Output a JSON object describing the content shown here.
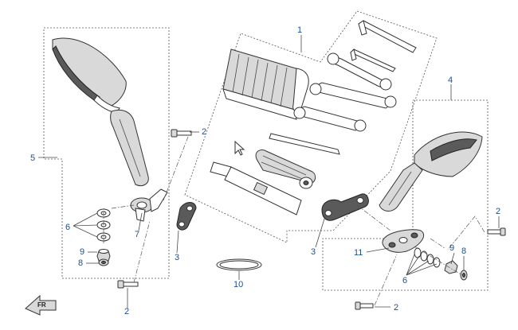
{
  "callouts": [
    {
      "id": "c1",
      "label": "1"
    },
    {
      "id": "c2a",
      "label": "2"
    },
    {
      "id": "c2b",
      "label": "2"
    },
    {
      "id": "c2c",
      "label": "2"
    },
    {
      "id": "c2d",
      "label": "2"
    },
    {
      "id": "c3a",
      "label": "3"
    },
    {
      "id": "c3b",
      "label": "3"
    },
    {
      "id": "c4",
      "label": "4"
    },
    {
      "id": "c5",
      "label": "5"
    },
    {
      "id": "c6a",
      "label": "6"
    },
    {
      "id": "c6b",
      "label": "6"
    },
    {
      "id": "c7",
      "label": "7"
    },
    {
      "id": "c8a",
      "label": "8"
    },
    {
      "id": "c8b",
      "label": "8"
    },
    {
      "id": "c9a",
      "label": "9"
    },
    {
      "id": "c9b",
      "label": "9"
    },
    {
      "id": "c10",
      "label": "10"
    },
    {
      "id": "c11",
      "label": "11"
    }
  ],
  "front_arrow_text": "FR"
}
